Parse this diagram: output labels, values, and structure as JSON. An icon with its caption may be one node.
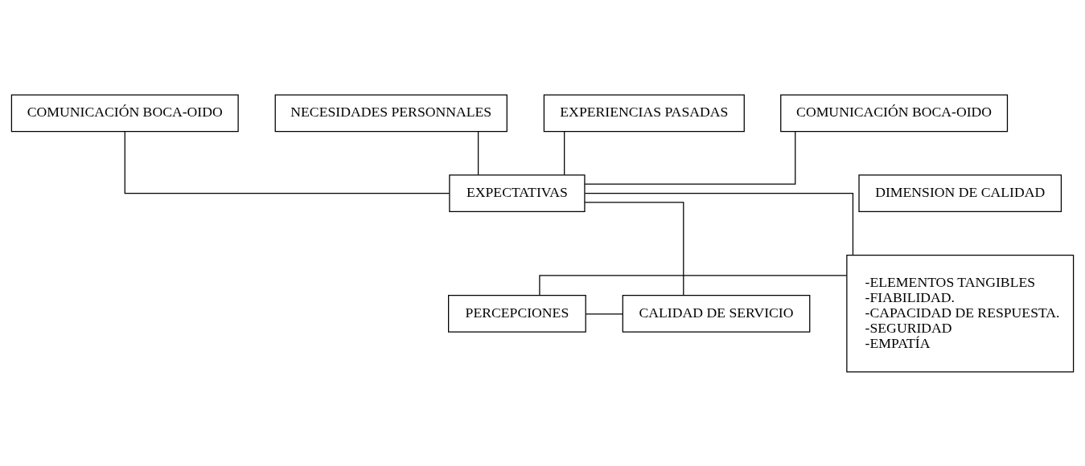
{
  "diagram": {
    "nodes": [
      {
        "text": [
          "COMUNICACIÓN BOCA-OIDO"
        ]
      },
      {
        "text": [
          "NECESIDADES PERSONNALES"
        ]
      },
      {
        "text": [
          "EXPERIENCIAS PASADAS"
        ]
      },
      {
        "text": [
          "COMUNICACIÓN BOCA-OIDO"
        ]
      },
      {
        "text": [
          "DIMENSION DE CALIDAD"
        ]
      },
      {
        "text": [
          "EXPECTATIVAS"
        ]
      },
      {
        "text": [
          "PERCEPCIONES"
        ]
      },
      {
        "text": [
          "-ELEMENTOS TANGIBLES",
          "-FIABILIDAD.",
          "-CAPACIDAD DE RESPUESTA.",
          "-SEGURIDAD",
          "-EMPATÍA"
        ]
      },
      {
        "text": [
          "CALIDAD DE SERVICIO"
        ]
      }
    ],
    "edges": [
      {
        "from": 0,
        "to": 5,
        "arrow": "none"
      },
      {
        "from": 1,
        "to": 5,
        "arrow": "none"
      },
      {
        "from": 2,
        "to": 5,
        "arrow": "none"
      },
      {
        "from": 3,
        "to": 5,
        "arrow": "none"
      },
      {
        "from": 7,
        "to": 5,
        "arrow": "none"
      },
      {
        "from": 7,
        "to": 6,
        "arrow": "none"
      },
      {
        "from": 5,
        "to": 8,
        "arrow": "none"
      },
      {
        "from": 6,
        "to": 8,
        "arrow": "none"
      }
    ]
  }
}
